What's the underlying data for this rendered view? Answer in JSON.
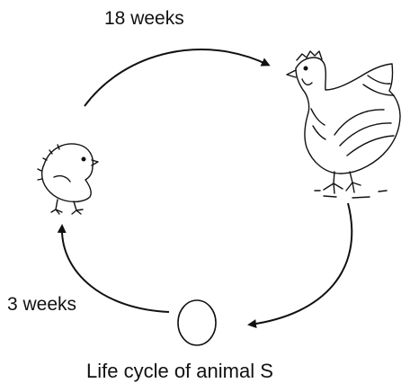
{
  "labels": {
    "top_duration": "18 weeks",
    "left_duration": "3 weeks",
    "caption": "Life cycle of animal S"
  },
  "stages": [
    "chick-icon",
    "hen-icon",
    "egg-icon"
  ],
  "colors": {
    "ink": "#111111",
    "background": "#ffffff"
  }
}
